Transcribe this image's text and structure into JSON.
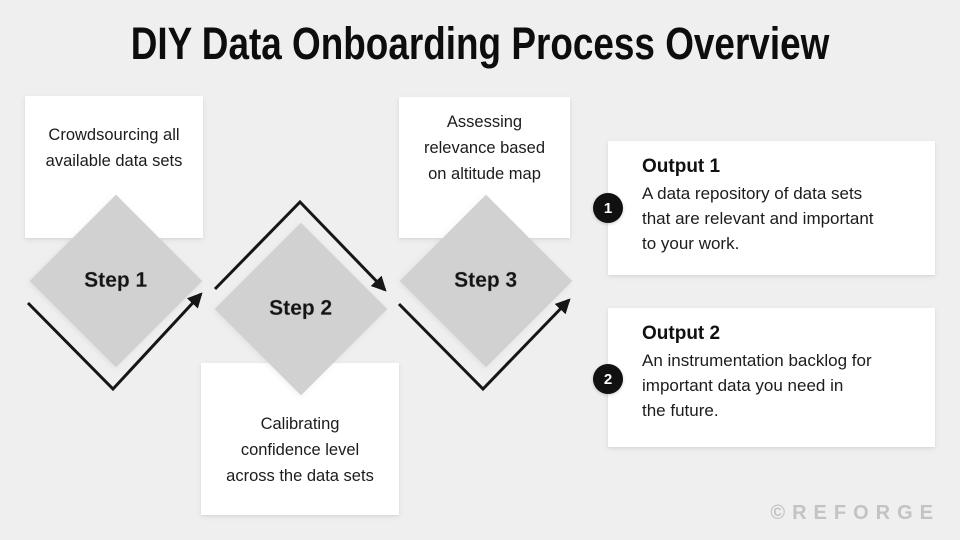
{
  "title": "DIY Data Onboarding Process Overview",
  "steps": [
    {
      "label": "Step 1",
      "note": "Crowdsourcing all\navailable data sets"
    },
    {
      "label": "Step 2",
      "note": "Calibrating\nconfidence level\nacross the data sets"
    },
    {
      "label": "Step 3",
      "note": "Assessing\nrelevance based\non altitude map"
    }
  ],
  "outputs": [
    {
      "number": "1",
      "title": "Output 1",
      "body": "A data repository of data sets\nthat are relevant and important\nto your work."
    },
    {
      "number": "2",
      "title": "Output 2",
      "body": "An instrumentation backlog for\nimportant data you need in\nthe future."
    }
  ],
  "watermark": "©REFORGE",
  "colors": {
    "background": "#efefef",
    "diamond": "#d1d1d1",
    "card": "#ffffff",
    "text": "#1c1c1c",
    "arrow": "#161616",
    "badge": "#111111",
    "watermark": "#c3c3c3"
  }
}
